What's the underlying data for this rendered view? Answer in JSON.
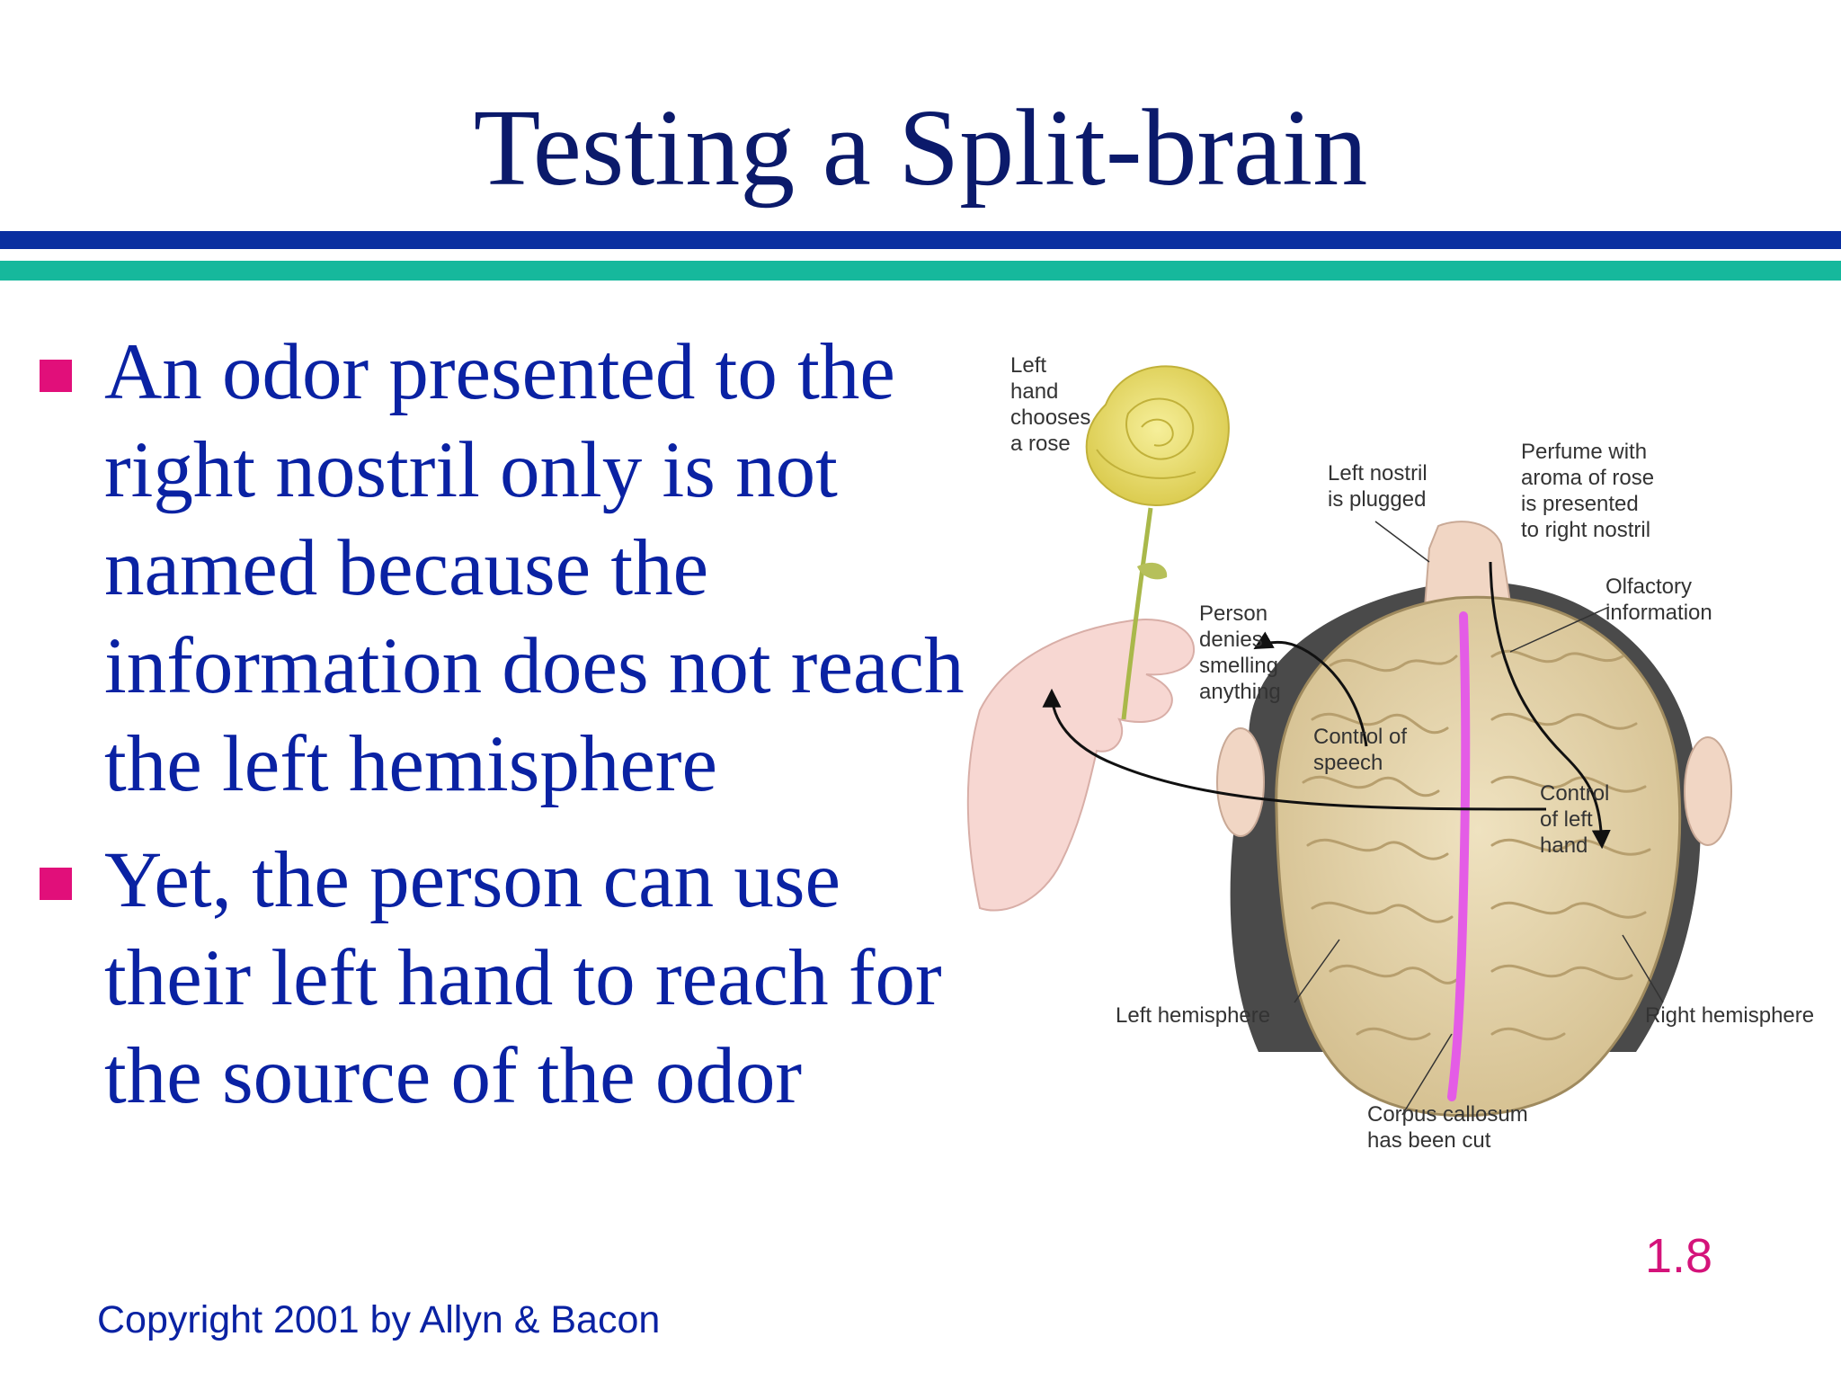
{
  "slide": {
    "title": "Testing a Split-brain",
    "bullets": [
      "An odor presented to the right nostril only is not named because the information does not reach the left hemisphere",
      "Yet, the person can use their left hand to reach for the source of the odor"
    ],
    "footer": "Copyright 2001 by Allyn & Bacon",
    "page_number": "1.8"
  },
  "figure": {
    "labels": {
      "left_hand": "Left\nhand\nchooses\na rose",
      "left_nostril": "Left nostril\nis plugged",
      "perfume": "Perfume with\naroma of rose\nis presented\nto right nostril",
      "olfactory": "Olfactory\ninformation",
      "person_denies": "Person\ndenies\nsmelling\nanything",
      "control_speech": "Control of\nspeech",
      "control_left_hand": "Control\nof left\nhand",
      "left_hemisphere": "Left hemisphere",
      "right_hemisphere": "Right hemisphere",
      "corpus_callosum": "Corpus callosum\nhas been cut"
    },
    "colors": {
      "brain": "#e3d2a8",
      "brain_fold": "#b79f6e",
      "callosum_cut": "#e45ce6",
      "rose": "#efe27a",
      "hand": "#f7d7d2",
      "arrow": "#111111"
    }
  }
}
